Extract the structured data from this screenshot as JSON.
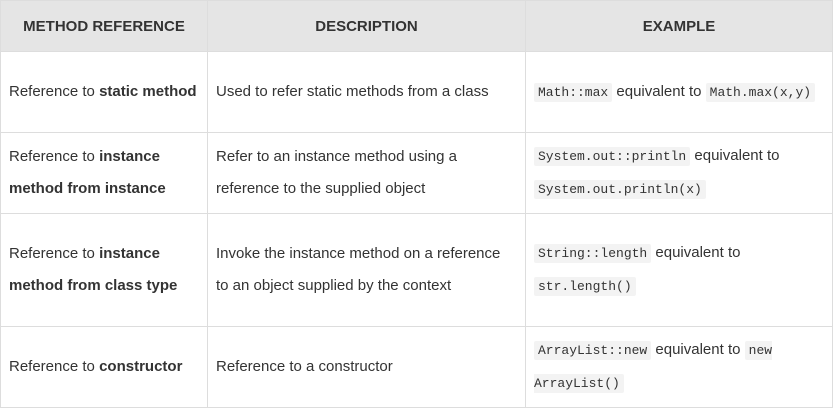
{
  "headers": [
    "METHOD REFERENCE",
    "DESCRIPTION",
    "EXAMPLE"
  ],
  "equiv": "equivalent to",
  "rows": [
    {
      "ref_prefix": "Reference to ",
      "ref_bold": "static method",
      "description": "Used to refer static methods from a class",
      "example_code1": "Math::max",
      "example_code2": "Math.max(x,y)"
    },
    {
      "ref_prefix": "Reference to ",
      "ref_bold": "instance method from instance",
      "description": "Refer to an instance method using a reference to the supplied object",
      "example_code1": "System.out::println",
      "example_code2": "System.out.println(x)"
    },
    {
      "ref_prefix": "Reference to ",
      "ref_bold": "instance method from class type",
      "description": "Invoke the instance method on a reference to an object supplied by the context",
      "example_code1": "String::length",
      "example_code2": "str.length()"
    },
    {
      "ref_prefix": "Reference to ",
      "ref_bold": "constructor",
      "description": "Reference to a constructor",
      "example_code1": "ArrayList::new",
      "example_code2": "new ArrayList()"
    }
  ]
}
